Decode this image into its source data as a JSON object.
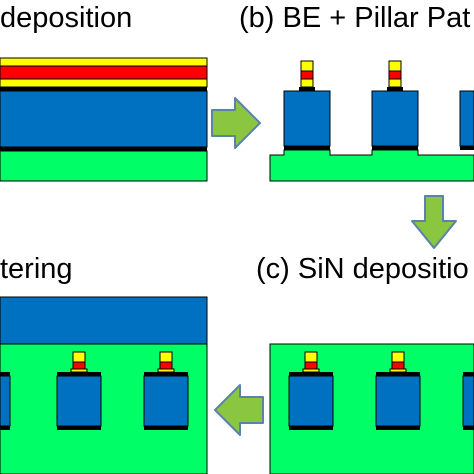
{
  "panels": {
    "a": {
      "caption": "deposition"
    },
    "b": {
      "caption": "(b) BE + Pillar Pat"
    },
    "c": {
      "caption": "(c) SiN depositio"
    },
    "d": {
      "caption": "tering"
    }
  },
  "colors": {
    "substrate": "#00ff66",
    "dielectric": "#0070c0",
    "top_layer": "#ffff00",
    "mid_layer": "#ff0000",
    "thin_layer": "#000000",
    "arrow_fill": "#8ac640",
    "arrow_stroke": "#5b82a8"
  }
}
